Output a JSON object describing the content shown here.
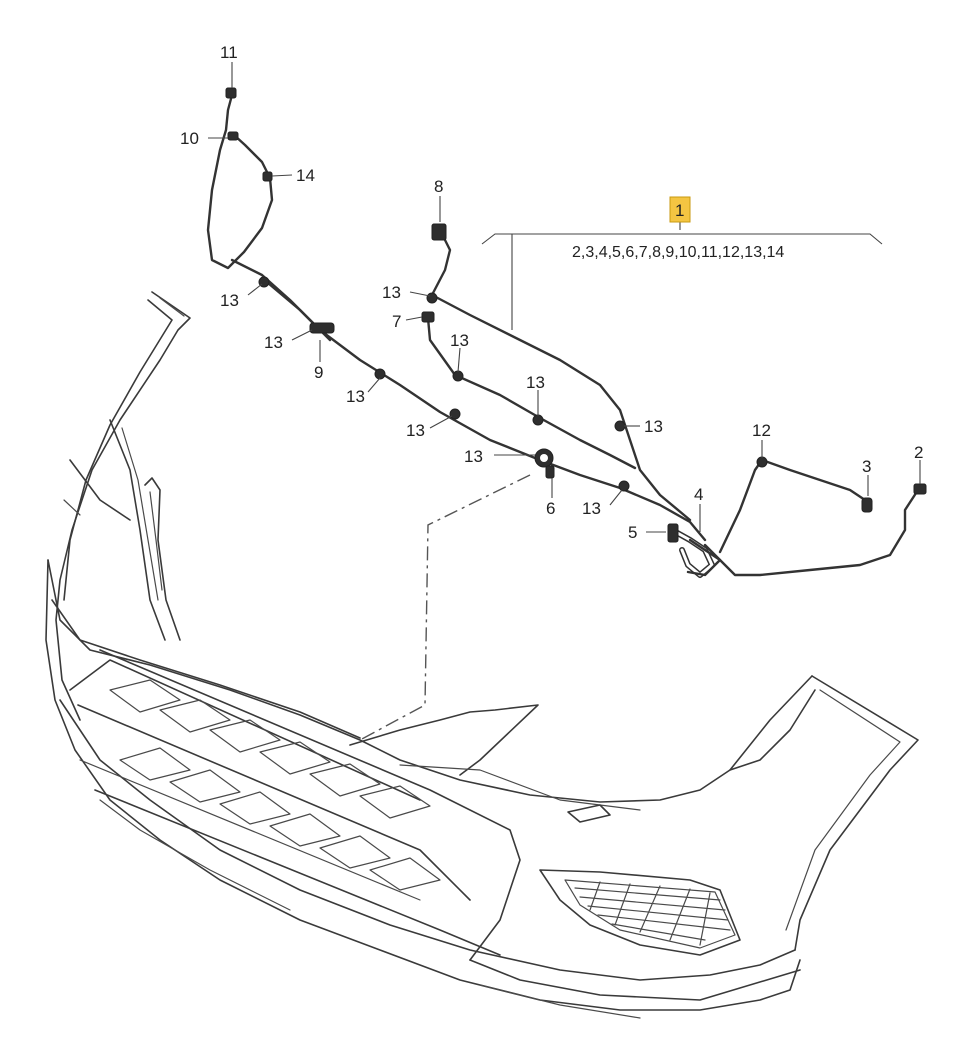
{
  "diagram": {
    "assembly_callout": "1",
    "assembly_contents": "2,3,4,5,6,7,8,9,10,11,12,13,14",
    "callouts": {
      "c11": "11",
      "c10": "10",
      "c14": "14",
      "c8": "8",
      "c13a": "13",
      "c13b": "13",
      "c13c": "13",
      "c13d": "13",
      "c13e": "13",
      "c13f": "13",
      "c13g": "13",
      "c13h": "13",
      "c13i": "13",
      "c13j": "13",
      "c7": "7",
      "c9": "9",
      "c6": "6",
      "c5": "5",
      "c4": "4",
      "c12": "12",
      "c3": "3",
      "c2": "2"
    },
    "colors": {
      "highlight": "#f4c542",
      "line": "#3a3a3a"
    }
  }
}
